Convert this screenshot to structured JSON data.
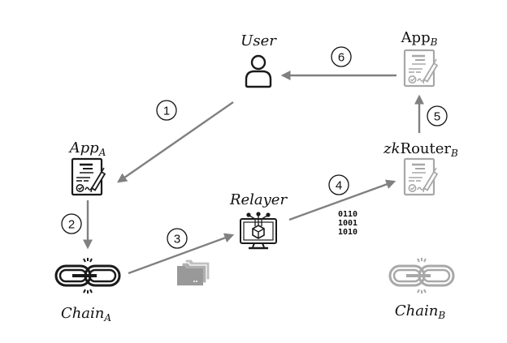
{
  "diagram": {
    "colors": {
      "arrow": "#808080",
      "active_icon": "#1a1a1a",
      "inactive_icon": "#a8a8a8",
      "folder": "#999999",
      "text": "#111111"
    },
    "nodes": {
      "user": {
        "name": "User",
        "subscript": "",
        "icon": "user-icon"
      },
      "app_a": {
        "name": "App",
        "subscript": "A",
        "icon": "signed-document-icon"
      },
      "app_b": {
        "name": "App",
        "subscript": "B",
        "icon": "signed-document-icon"
      },
      "relayer": {
        "name": "Relayer",
        "subscript": "",
        "icon": "monitor-blockchain-icon"
      },
      "zkrouter": {
        "prefix": "zk",
        "name": "Router",
        "subscript": "B",
        "icon": "signed-document-icon"
      },
      "chain_a": {
        "name": "Chain",
        "subscript": "A",
        "icon": "broken-chain-icon"
      },
      "chain_b": {
        "name": "Chain",
        "subscript": "B",
        "icon": "broken-chain-icon"
      }
    },
    "edges": [
      {
        "step": "1",
        "from": "User",
        "to": "AppA"
      },
      {
        "step": "2",
        "from": "AppA",
        "to": "ChainA"
      },
      {
        "step": "3",
        "from": "ChainA",
        "to": "Relayer"
      },
      {
        "step": "4",
        "from": "Relayer",
        "to": "zkRouterB"
      },
      {
        "step": "5",
        "from": "zkRouterB",
        "to": "AppB"
      },
      {
        "step": "6",
        "from": "AppB",
        "to": "User"
      }
    ],
    "binary_lines": [
      "0110",
      "1001",
      "1010"
    ],
    "decorations": [
      "folders-icon",
      "binary-data"
    ]
  }
}
